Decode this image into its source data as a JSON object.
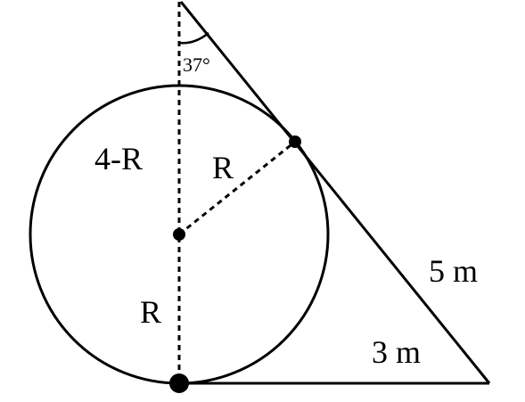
{
  "labels": {
    "angle": "37°",
    "segment_upper": "4-R",
    "radius_slant": "R",
    "segment_lower": "R",
    "hypotenuse": "5 m",
    "base": "3 m"
  },
  "colors": {
    "stroke": "#000000",
    "background": "#ffffff"
  }
}
